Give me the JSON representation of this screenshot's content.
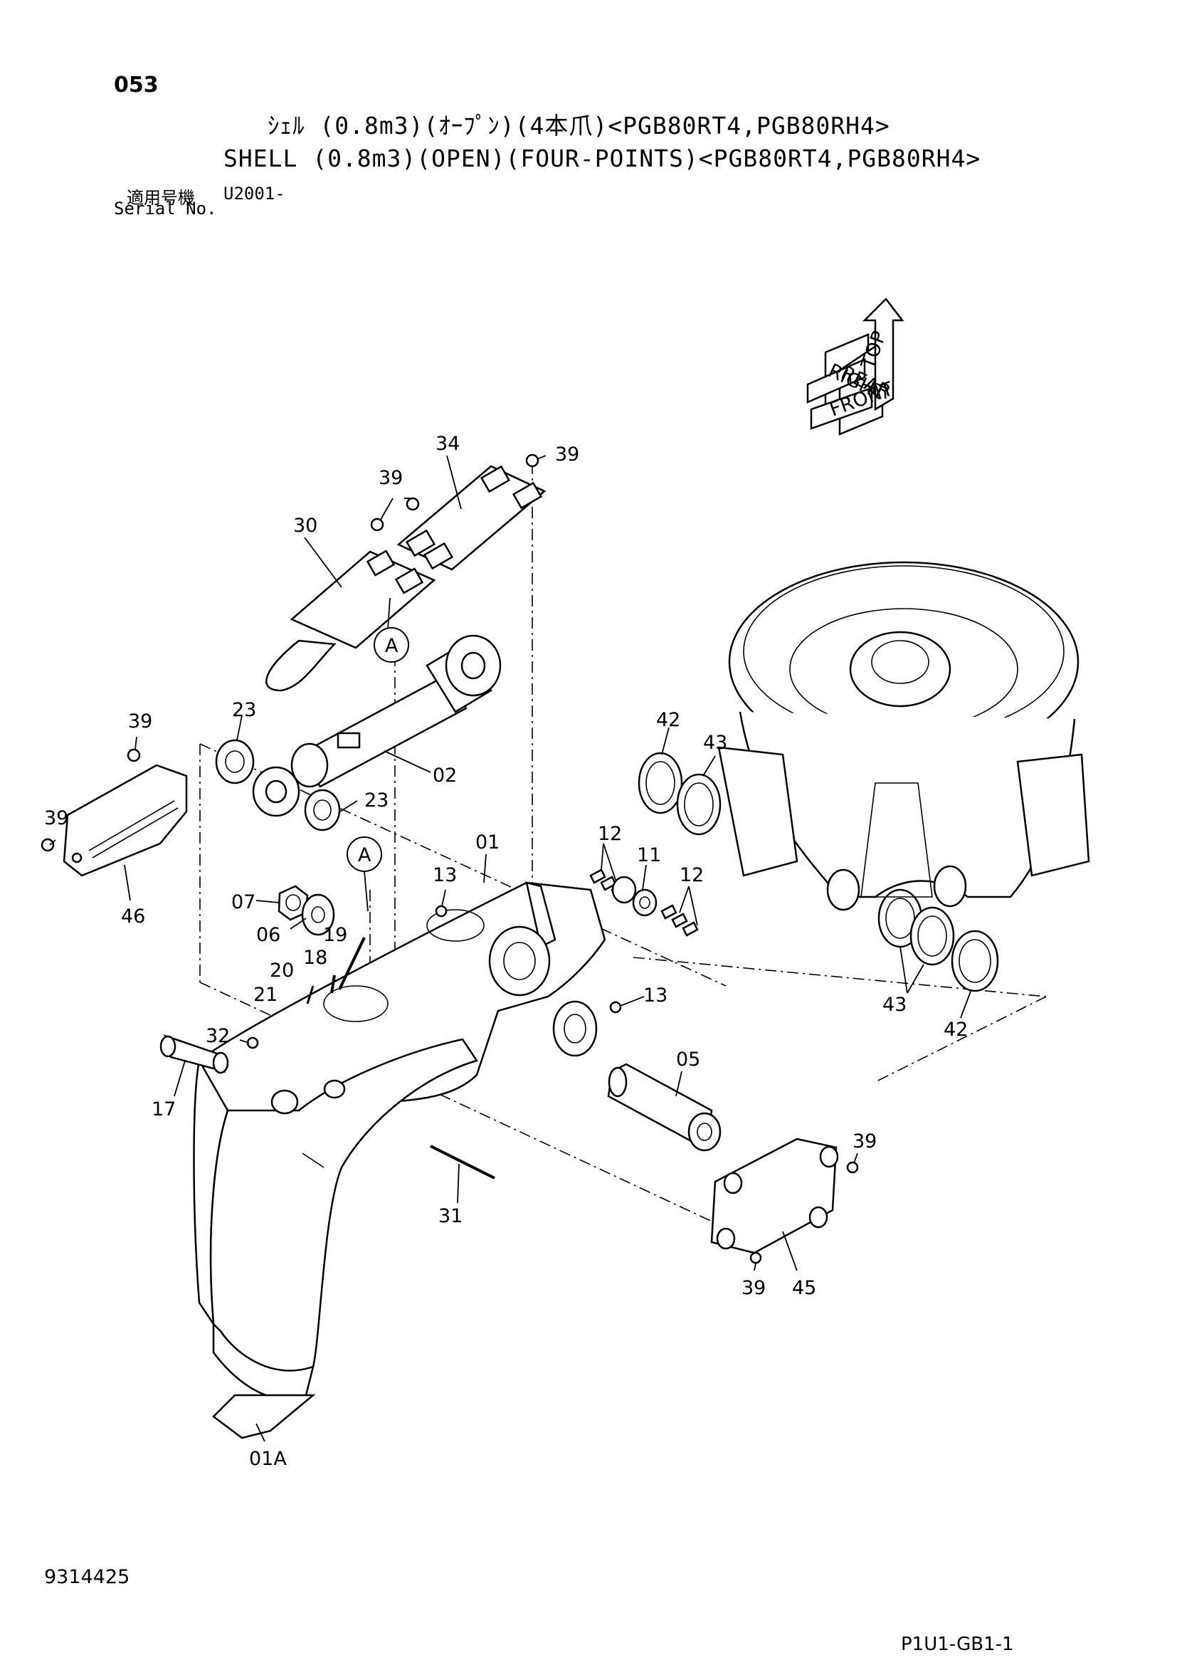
{
  "header": {
    "page_number": "053",
    "title_jp": "ｼｪﾙ (0.8m3)(ｵｰﾌﾟﾝ)(4本爪)<PGB80RT4,PGB80RH4>",
    "title_en": "SHELL (0.8m3)(OPEN)(FOUR-POINTS)<PGB80RT4,PGB80RH4>",
    "serial_label_jp": "適用号機",
    "serial_value": "U2001-",
    "serial_label_en": "Serial No."
  },
  "orientation_arrows": [
    "TOP",
    "REAR",
    "RIGHT",
    "FRONT"
  ],
  "callouts": {
    "c34": "34",
    "c39a": "39",
    "c39b": "39",
    "c30": "30",
    "cA1": "A",
    "c23a": "23",
    "c02": "02",
    "c23b": "23",
    "c39c": "39",
    "c39d": "39",
    "c46": "46",
    "c42a": "42",
    "c43a": "43",
    "cA2": "A",
    "c01": "01",
    "c13a": "13",
    "c12a": "12",
    "c11": "11",
    "c12b": "12",
    "c07": "07",
    "c06": "06",
    "c19": "19",
    "c18": "18",
    "c20": "20",
    "c21": "21",
    "c13b": "13",
    "c32": "32",
    "c17": "17",
    "c05": "05",
    "c39e": "39",
    "c31": "31",
    "c43b": "43",
    "c42b": "42",
    "c39f": "39",
    "c45": "45",
    "c01A": "01A"
  },
  "footer": {
    "document_number": "9314425",
    "sheet_code": "P1U1-GB1-1"
  }
}
